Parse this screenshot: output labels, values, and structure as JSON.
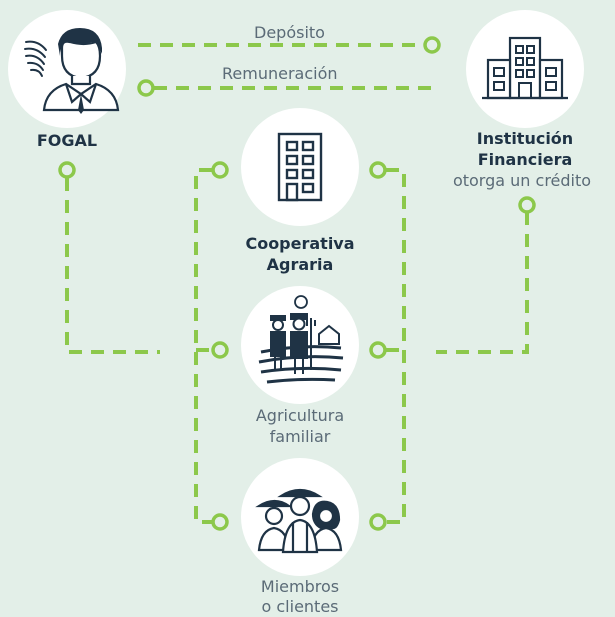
{
  "nodes": {
    "fogal": {
      "name": "FOGAL"
    },
    "institucion": {
      "name_line1": "Institución",
      "name_line2": "Financiera",
      "subtitle": "otorga un crédito"
    },
    "cooperativa": {
      "name_line1": "Cooperativa",
      "name_line2": "Agraria"
    },
    "agricultura": {
      "name_line1": "Agricultura",
      "name_line2": "familiar"
    },
    "miembros": {
      "name_line1": "Miembros",
      "name_line2": "o clientes"
    }
  },
  "edges": {
    "deposito": "Depósito",
    "remuneracion": "Remuneración"
  },
  "colors": {
    "background": "#e3efe8",
    "connector": "#8cc84b",
    "icon": "#1f3345",
    "text_dark": "#1f3345",
    "text_light": "#5b6b77"
  },
  "icons": {
    "fogal": "person-with-emblem-icon",
    "institucion": "bank-building-icon",
    "cooperativa": "office-building-icon",
    "agricultura": "farmers-field-icon",
    "miembros": "group-of-people-icon"
  }
}
